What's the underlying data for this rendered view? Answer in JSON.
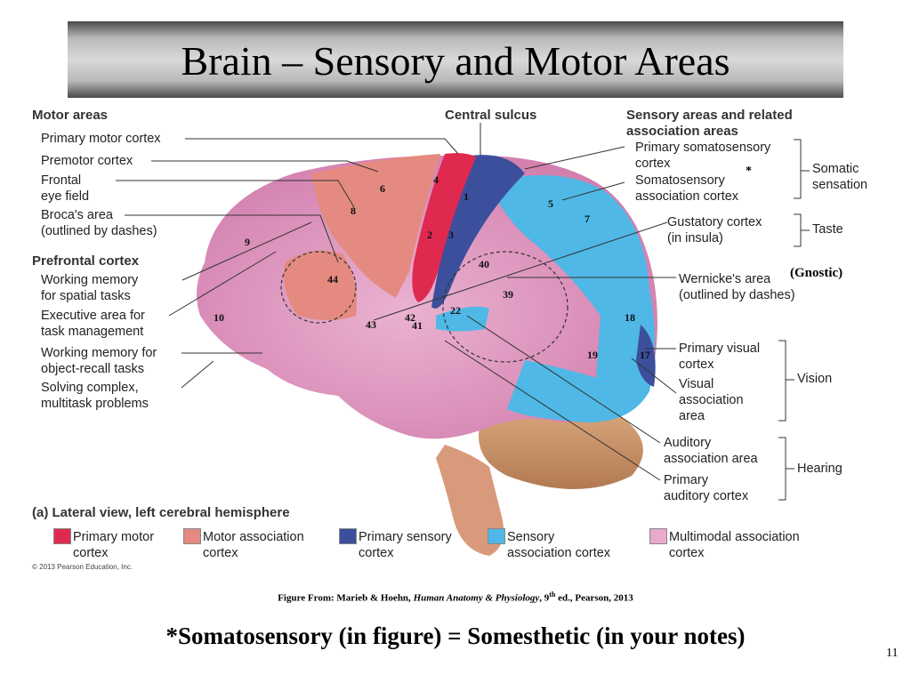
{
  "slide": {
    "title": "Brain – Sensory and Motor Areas",
    "page_number": "11"
  },
  "figure": {
    "motor_header": "Motor areas",
    "central_sulcus": "Central sulcus",
    "sensory_header_1": "Sensory areas and related",
    "sensory_header_2": "association areas",
    "prefrontal_header": "Prefrontal cortex",
    "left_labels": {
      "primary_motor": "Primary motor cortex",
      "premotor": "Premotor cortex",
      "frontal_eye_1": "Frontal",
      "frontal_eye_2": "eye field",
      "broca_1": "Broca's area",
      "broca_2": "(outlined by dashes)",
      "wm_spatial_1": "Working memory",
      "wm_spatial_2": "for spatial tasks",
      "executive_1": "Executive area for",
      "executive_2": "task management",
      "wm_object_1": "Working memory for",
      "wm_object_2": "object-recall tasks",
      "solving_1": "Solving complex,",
      "solving_2": "multitask problems"
    },
    "right_labels": {
      "primary_somato_1": "Primary somatosensory",
      "primary_somato_2": "cortex",
      "somato_assoc_1": "Somatosensory",
      "somato_assoc_2": "association cortex",
      "gustatory_1": "Gustatory cortex",
      "gustatory_2": "(in insula)",
      "wernicke_1": "Wernicke's area",
      "wernicke_2": "(outlined by dashes)",
      "primary_visual_1": "Primary visual",
      "primary_visual_2": "cortex",
      "visual_assoc_1": "Visual",
      "visual_assoc_2": "association",
      "visual_assoc_3": "area",
      "auditory_assoc_1": "Auditory",
      "auditory_assoc_2": "association area",
      "primary_auditory_1": "Primary",
      "primary_auditory_2": "auditory cortex"
    },
    "groups": {
      "somatic_1": "Somatic",
      "somatic_2": "sensation",
      "taste": "Taste",
      "vision": "Vision",
      "hearing": "Hearing"
    },
    "annotations": {
      "asterisk": "*",
      "gnostic": "(Gnostic)"
    },
    "area_numbers": {
      "n4": "4",
      "n6": "6",
      "n1": "1",
      "n8": "8",
      "n5": "5",
      "n7": "7",
      "n9": "9",
      "n2": "2",
      "n3": "3",
      "n40": "40",
      "n44": "44",
      "n39": "39",
      "n10": "10",
      "n43": "43",
      "n42": "42",
      "n41": "41",
      "n22": "22",
      "n18": "18",
      "n19": "19",
      "n17": "17"
    },
    "view_caption": "(a) Lateral view, left cerebral hemisphere",
    "legend": [
      {
        "l1": "Primary motor",
        "l2": "cortex",
        "color": "#e0294f"
      },
      {
        "l1": "Motor association",
        "l2": "cortex",
        "color": "#e48a80"
      },
      {
        "l1": "Primary sensory",
        "l2": "cortex",
        "color": "#3c4f9c"
      },
      {
        "l1": "Sensory",
        "l2": "association cortex",
        "color": "#4fb8e6"
      },
      {
        "l1": "Multimodal association",
        "l2": "cortex",
        "color": "#e9a9cd"
      }
    ],
    "copyright": "© 2013 Pearson Education, Inc."
  },
  "caption": {
    "prefix": "Figure From: Marieb & Hoehn,",
    "book": "Human Anatomy & Physiology",
    "edition_pre": ", 9",
    "edition_sup": "th",
    "edition_post": " ed., Pearson, 2013"
  },
  "footnote": "*Somatosensory (in figure) = Somesthetic  (in your notes)"
}
